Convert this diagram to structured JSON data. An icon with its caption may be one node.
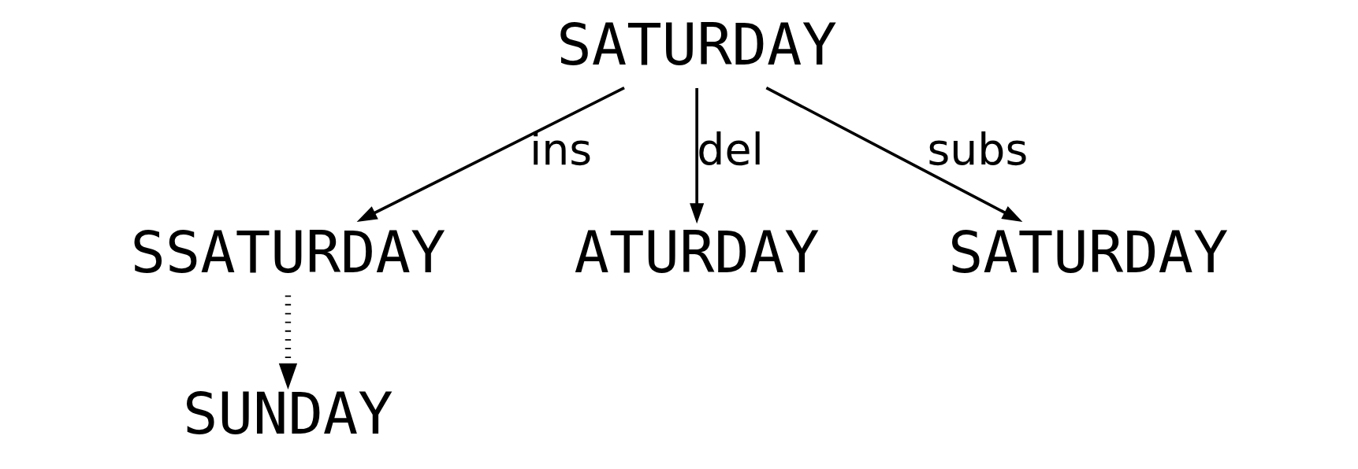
{
  "diagram": {
    "nodes": [
      {
        "text": [
          "SATURDAY"
        ]
      },
      {
        "text": [
          "SSATURDAY"
        ]
      },
      {
        "text": [
          "ATURDAY"
        ]
      },
      {
        "text": [
          "SATURDAY"
        ]
      },
      {
        "text": [
          "SUNDAY"
        ]
      }
    ],
    "edges": [
      {
        "from": 0,
        "to": 1,
        "arrow": "to",
        "label": "ins"
      },
      {
        "from": 0,
        "to": 2,
        "arrow": "to",
        "label": "del"
      },
      {
        "from": 0,
        "to": 3,
        "arrow": "to",
        "label": "subs"
      },
      {
        "from": 1,
        "to": 4,
        "arrow": "to",
        "style": "dashed"
      }
    ]
  }
}
